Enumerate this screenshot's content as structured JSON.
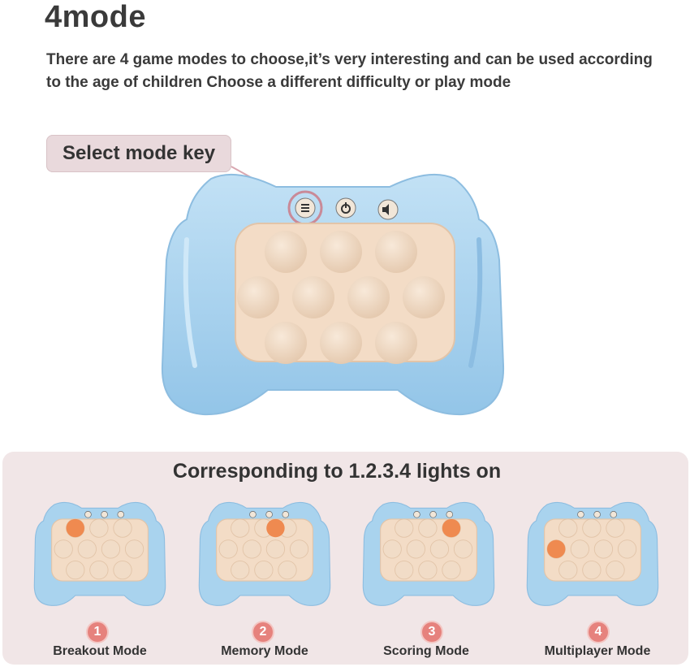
{
  "title": "4mode",
  "description": "There are 4 game modes to choose,it’s very interesting and can be used according to the age of children Choose a different difficulty or play mode",
  "callout_label": "Select mode key",
  "panel_title": "Corresponding to 1.2.3.4 lights on",
  "colors": {
    "body_blue": "#a9d3ee",
    "pad_beige": "#f3dcc6",
    "button_cream": "#f1dcc7",
    "lit_orange": "#ef8a50",
    "accent_red": "#e6827d",
    "panel_bg": "#f1e6e7"
  },
  "modes": [
    {
      "number": "1",
      "label": "Breakout Mode"
    },
    {
      "number": "2",
      "label": "Memory Mode"
    },
    {
      "number": "3",
      "label": "Scoring Mode"
    },
    {
      "number": "4",
      "label": "Multiplayer Mode"
    }
  ]
}
